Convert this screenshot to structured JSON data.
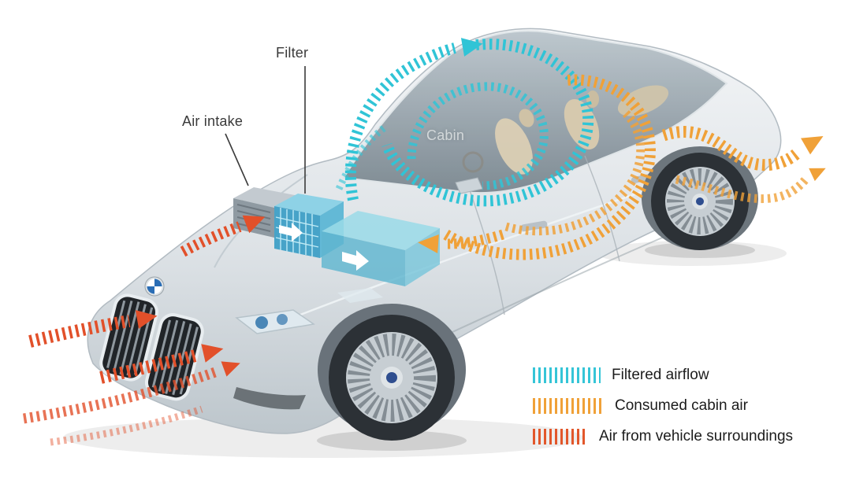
{
  "diagram": {
    "type": "vehicle-cabin-airflow-diagram",
    "labels": {
      "filter": "Filter",
      "air_intake": "Air intake",
      "cabin": "Cabin"
    },
    "legend": {
      "items": [
        {
          "id": "filtered-airflow",
          "label": "Filtered airflow",
          "color": "#35c5d7"
        },
        {
          "id": "consumed-cabin-air",
          "label": "Consumed cabin air",
          "color": "#f0a138"
        },
        {
          "id": "air-from-vehicle-surroundings",
          "label": "Air from vehicle surroundings",
          "color": "#e2572b"
        }
      ]
    },
    "colors": {
      "filtered_airflow": "#35c5d7",
      "consumed_cabin_air": "#f0a138",
      "air_from_surroundings": "#e2572b",
      "car_body": "#d7dde1",
      "filter_unit": "#5fb4c9",
      "background": "#ffffff"
    }
  }
}
